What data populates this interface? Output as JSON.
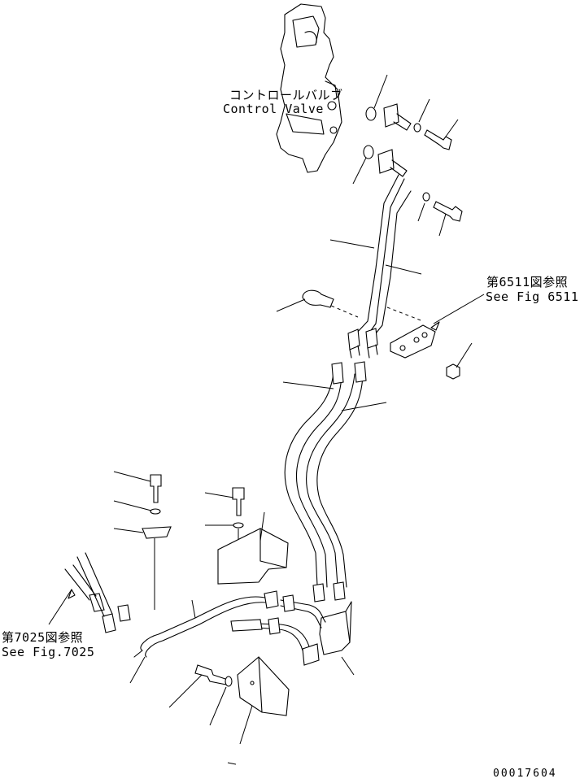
{
  "labels": {
    "control_valve_jp": "コントロールバルブ",
    "control_valve_en": "Control Valve",
    "ref_6511_jp": "第6511図参照",
    "ref_6511_en": "See Fig 6511",
    "ref_7025_jp": "第7025図参照",
    "ref_7025_en": "See Fig.7025"
  },
  "drawing_number": "00017604"
}
